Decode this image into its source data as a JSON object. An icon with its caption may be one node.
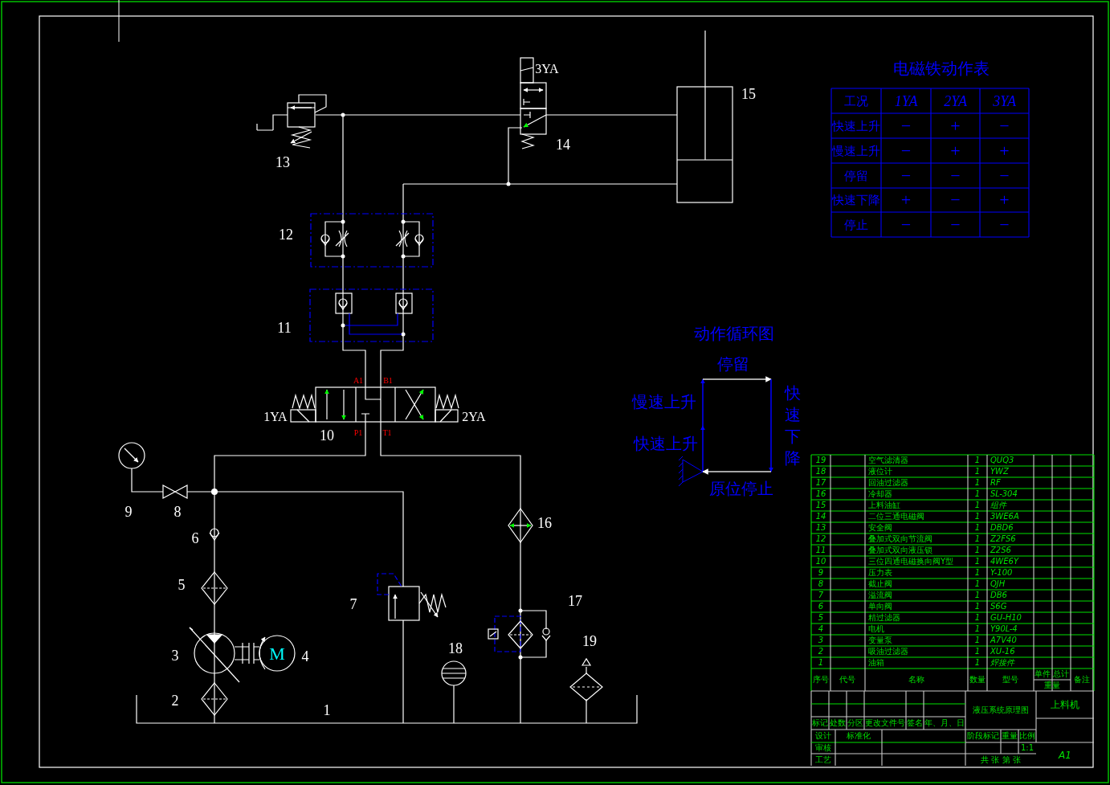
{
  "diagram": {
    "labels": [
      "3YA",
      "13",
      "14",
      "15",
      "12",
      "11",
      "A1",
      "B1",
      "1YA",
      "2YA",
      "10",
      "P1",
      "T1",
      "9",
      "8",
      "6",
      "5",
      "7",
      "16",
      "17",
      "18",
      "19",
      "3",
      "M",
      "4",
      "2",
      "1",
      "电磁铁动作表",
      "工况",
      "1YA",
      "2YA",
      "3YA",
      "快速上升",
      "−",
      "+",
      "−",
      "慢速上升",
      "−",
      "+",
      "+",
      "停留",
      "−",
      "−",
      "−",
      "快速下降",
      "+",
      "−",
      "+",
      "停止",
      "−",
      "−",
      "−",
      "动作循环图",
      "停留",
      "慢速上升",
      "快速上升",
      "快速下降",
      "原位停止",
      "19",
      "空气滤清器",
      "1",
      "QUQ3",
      "18",
      "液位计",
      "1",
      "YWZ",
      "17",
      "回油过滤器",
      "1",
      "RF",
      "16",
      "冷却器",
      "1",
      "SL-304",
      "15",
      "上料油缸",
      "1",
      "组件",
      "14",
      "二位三通电磁阀",
      "1",
      "3WE6A",
      "13",
      "安全阀",
      "1",
      "DBD6",
      "12",
      "叠加式双向节流阀",
      "1",
      "Z2FS6",
      "11",
      "叠加式双向液压锁",
      "1",
      "Z2S6",
      "10",
      "三位四通电磁换向阀Y型",
      "1",
      "4WE6Y",
      "9",
      "压力表",
      "1",
      "Y-100",
      "8",
      "截止阀",
      "1",
      "QJH",
      "7",
      "溢流阀",
      "1",
      "DB6",
      "6",
      "单向阀",
      "1",
      "S6G",
      "5",
      "精过滤器",
      "1",
      "GU-H10",
      "4",
      "电机",
      "1",
      "Y90L-4",
      "3",
      "变量泵",
      "1",
      "A7V40",
      "2",
      "吸油过滤器",
      "1",
      "XU-16",
      "1",
      "油箱",
      "1",
      "焊接件",
      "序号",
      "代号",
      "名称",
      "数量",
      "型号",
      "单件",
      "总计",
      "重量",
      "备注",
      "液压系统原理图",
      "上料机",
      "标记",
      "处数",
      "分区",
      "更改文件号",
      "签名",
      "年、月、日",
      "设计",
      "标准化",
      "阶段标记",
      "重量",
      "比例",
      "1:1",
      "审核",
      "工艺",
      "共 张 第 张",
      "A1"
    ]
  }
}
